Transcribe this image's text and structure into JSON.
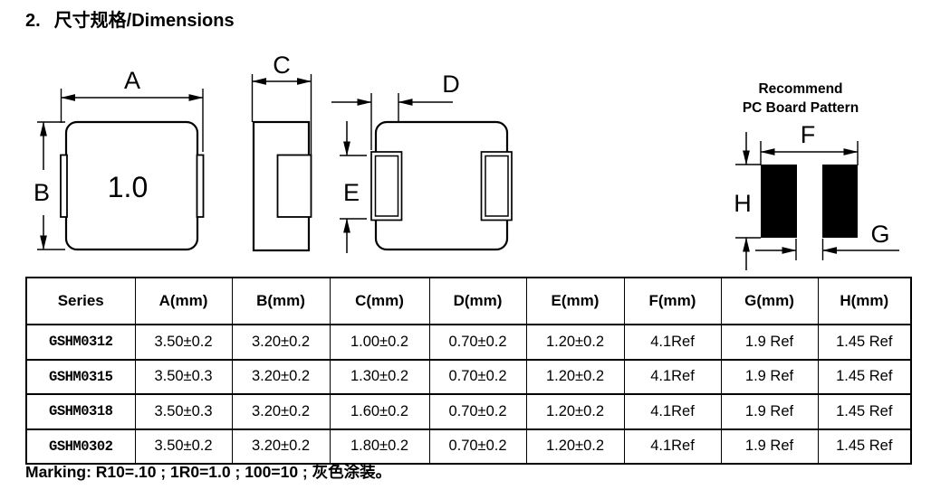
{
  "page": {
    "title_number": "2.",
    "title_text": "尺寸规格/Dimensions",
    "marking": "Marking: R10=.10 ; 1R0=1.0 ; 100=10 ; 灰色涂装。"
  },
  "drawings": {
    "front_view": {
      "dim_a": "A",
      "dim_b": "B",
      "part_marking": "1.0"
    },
    "side_view": {
      "dim_c": "C"
    },
    "bottom_view": {
      "dim_d": "D",
      "dim_e": "E"
    },
    "pcb_pattern": {
      "title_line1": "Recommend",
      "title_line2": "PC Board Pattern",
      "dim_f": "F",
      "dim_g": "G",
      "dim_h": "H",
      "pad_color": "#000000"
    },
    "line_color": "#000000"
  },
  "table": {
    "headers": [
      "Series",
      "A(mm)",
      "B(mm)",
      "C(mm)",
      "D(mm)",
      "E(mm)",
      "F(mm)",
      "G(mm)",
      "H(mm)"
    ],
    "rows": [
      [
        "GSHM0312",
        "3.50±0.2",
        "3.20±0.2",
        "1.00±0.2",
        "0.70±0.2",
        "1.20±0.2",
        "4.1Ref",
        "1.9 Ref",
        "1.45 Ref"
      ],
      [
        "GSHM0315",
        "3.50±0.3",
        "3.20±0.2",
        "1.30±0.2",
        "0.70±0.2",
        "1.20±0.2",
        "4.1Ref",
        "1.9 Ref",
        "1.45 Ref"
      ],
      [
        "GSHM0318",
        "3.50±0.3",
        "3.20±0.2",
        "1.60±0.2",
        "0.70±0.2",
        "1.20±0.2",
        "4.1Ref",
        "1.9 Ref",
        "1.45 Ref"
      ],
      [
        "GSHM0302",
        "3.50±0.2",
        "3.20±0.2",
        "1.80±0.2",
        "0.70±0.2",
        "1.20±0.2",
        "4.1Ref",
        "1.9 Ref",
        "1.45 Ref"
      ]
    ]
  }
}
